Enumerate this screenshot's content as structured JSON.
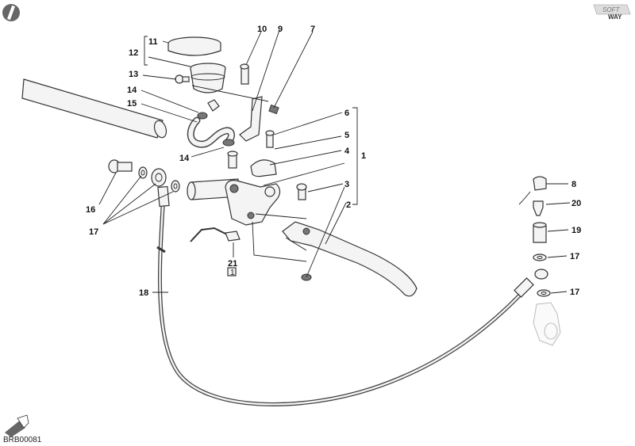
{
  "diagram_code": "BRB00081",
  "logo": {
    "text_top": "SOFT",
    "text_bottom": "WAY"
  },
  "callouts": [
    {
      "id": "c1",
      "text": "1"
    },
    {
      "id": "c2",
      "text": "2"
    },
    {
      "id": "c3",
      "text": "3"
    },
    {
      "id": "c4",
      "text": "4"
    },
    {
      "id": "c5",
      "text": "5"
    },
    {
      "id": "c6",
      "text": "6"
    },
    {
      "id": "c7",
      "text": "7"
    },
    {
      "id": "c8",
      "text": "8"
    },
    {
      "id": "c9",
      "text": "9"
    },
    {
      "id": "c10",
      "text": "10"
    },
    {
      "id": "c11",
      "text": "11"
    },
    {
      "id": "c12",
      "text": "12"
    },
    {
      "id": "c13",
      "text": "13"
    },
    {
      "id": "c14a",
      "text": "14"
    },
    {
      "id": "c14b",
      "text": "14"
    },
    {
      "id": "c15",
      "text": "15"
    },
    {
      "id": "c16",
      "text": "16"
    },
    {
      "id": "c17a",
      "text": "17"
    },
    {
      "id": "c17b",
      "text": "17"
    },
    {
      "id": "c17c",
      "text": "17"
    },
    {
      "id": "c18",
      "text": "18"
    },
    {
      "id": "c19",
      "text": "19"
    },
    {
      "id": "c20",
      "text": "20"
    },
    {
      "id": "c21",
      "text": "21"
    },
    {
      "id": "c21s",
      "text": "1"
    }
  ]
}
